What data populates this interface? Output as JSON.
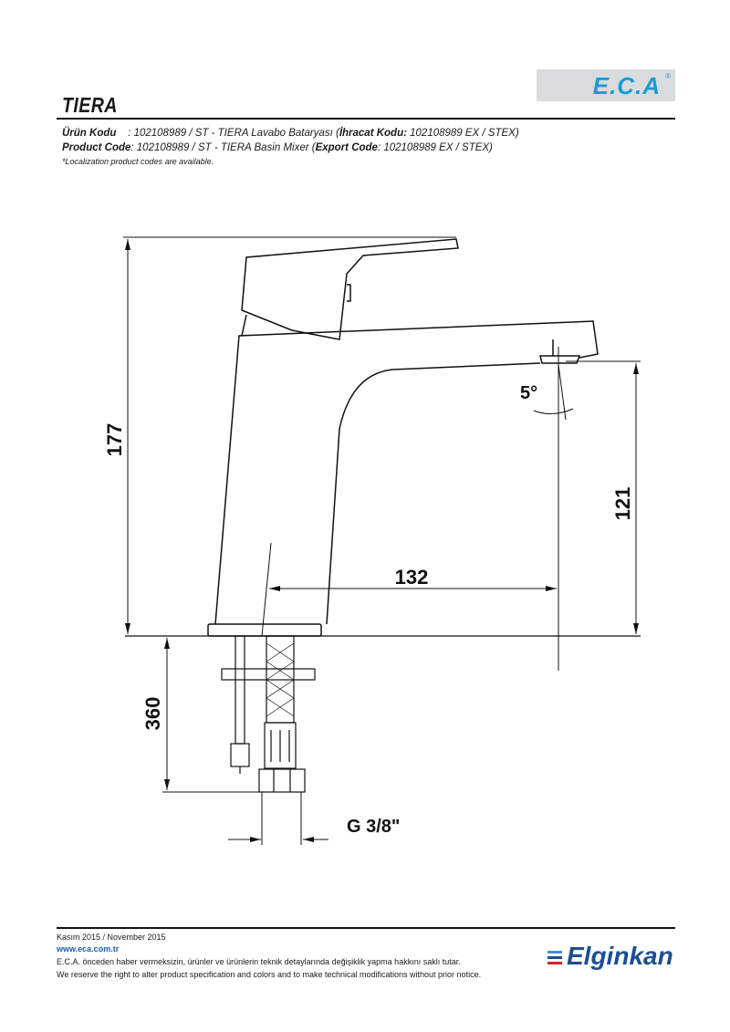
{
  "header": {
    "title": "TIERA",
    "logo_text": "E.C.A",
    "logo_mark": "®",
    "line1": {
      "label": "Ürün Kodu",
      "text": "    : 102108989 / ST - TIERA Lavabo Bataryası (",
      "export_label": "İhracat Kodu:",
      "export_text": " 102108989 EX / STEX)"
    },
    "line2": {
      "label": "Product Code",
      "text": ": 102108989 / ST - TIERA Basin Mixer (",
      "export_label": "Export Code",
      "export_text": ": 102108989 EX / STEX)"
    },
    "note": "*Localization product codes are available."
  },
  "drawing": {
    "dim_height": "177",
    "dim_spout_height": "121",
    "dim_reach": "132",
    "dim_angle": "5°",
    "dim_hose": "360",
    "dim_thread": "G 3/8\""
  },
  "footer": {
    "date": "Kasım 2015 / November 2015",
    "website": "www.eca.com.tr",
    "disclaimer_tr": "E.C.A. önceden haber vermeksizin, ürünler ve ürünlerin teknik detaylarında değişiklik yapma hakkını saklı tutar.",
    "disclaimer_en": "We reserve the right to alter product specification and colors and to make technical modifications without prior notice.",
    "brand": "Elginkan"
  },
  "colors": {
    "eca_blue": "#1a9bd7",
    "elginkan_blue": "#1d4f91",
    "elginkan_red": "#d6232a"
  }
}
